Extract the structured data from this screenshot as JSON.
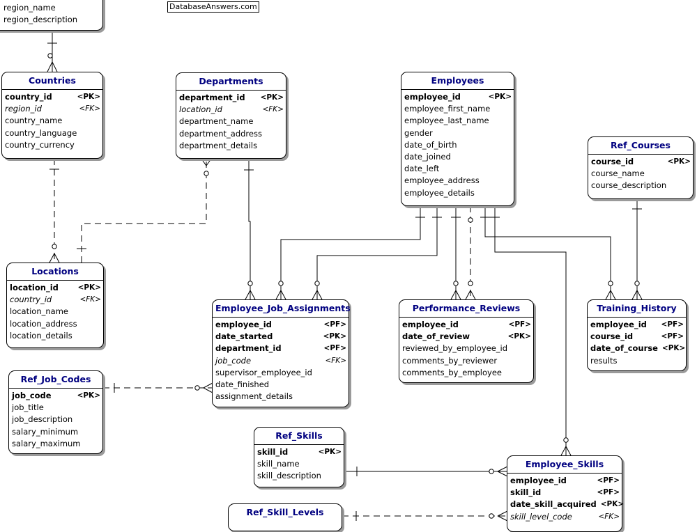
{
  "watermark": "DatabaseAnswers.com",
  "entities": {
    "regions": {
      "name": "",
      "rows": [
        {
          "field": "region_name",
          "tag": "",
          "style": ""
        },
        {
          "field": "region_description",
          "tag": "",
          "style": ""
        }
      ]
    },
    "countries": {
      "name": "Countries",
      "rows": [
        {
          "field": "country_id",
          "tag": "<PK>",
          "style": "key"
        },
        {
          "field": "region_id",
          "tag": "<FK>",
          "style": "fk"
        },
        {
          "field": "country_name",
          "tag": "",
          "style": ""
        },
        {
          "field": "country_language",
          "tag": "",
          "style": ""
        },
        {
          "field": "country_currency",
          "tag": "",
          "style": ""
        }
      ]
    },
    "departments": {
      "name": "Departments",
      "rows": [
        {
          "field": "department_id",
          "tag": "<PK>",
          "style": "key"
        },
        {
          "field": "location_id",
          "tag": "<FK>",
          "style": "fk"
        },
        {
          "field": "department_name",
          "tag": "",
          "style": ""
        },
        {
          "field": "department_address",
          "tag": "",
          "style": ""
        },
        {
          "field": "department_details",
          "tag": "",
          "style": ""
        }
      ]
    },
    "employees": {
      "name": "Employees",
      "rows": [
        {
          "field": "employee_id",
          "tag": "<PK>",
          "style": "key"
        },
        {
          "field": "employee_first_name",
          "tag": "",
          "style": ""
        },
        {
          "field": "employee_last_name",
          "tag": "",
          "style": ""
        },
        {
          "field": "gender",
          "tag": "",
          "style": ""
        },
        {
          "field": "date_of_birth",
          "tag": "",
          "style": ""
        },
        {
          "field": "date_joined",
          "tag": "",
          "style": ""
        },
        {
          "field": "date_left",
          "tag": "",
          "style": ""
        },
        {
          "field": "employee_address",
          "tag": "",
          "style": ""
        },
        {
          "field": "employee_details",
          "tag": "",
          "style": ""
        }
      ]
    },
    "ref_courses": {
      "name": "Ref_Courses",
      "rows": [
        {
          "field": "course_id",
          "tag": "<PK>",
          "style": "key"
        },
        {
          "field": "course_name",
          "tag": "",
          "style": ""
        },
        {
          "field": "course_description",
          "tag": "",
          "style": ""
        }
      ]
    },
    "locations": {
      "name": "Locations",
      "rows": [
        {
          "field": "location_id",
          "tag": "<PK>",
          "style": "key"
        },
        {
          "field": "country_id",
          "tag": "<FK>",
          "style": "fk"
        },
        {
          "field": "location_name",
          "tag": "",
          "style": ""
        },
        {
          "field": "location_address",
          "tag": "",
          "style": ""
        },
        {
          "field": "location_details",
          "tag": "",
          "style": ""
        }
      ]
    },
    "employee_job_assignments": {
      "name": "Employee_Job_Assignments",
      "rows": [
        {
          "field": "employee_id",
          "tag": "<PF>",
          "style": "key"
        },
        {
          "field": "date_started",
          "tag": "<PK>",
          "style": "key"
        },
        {
          "field": "department_id",
          "tag": "<PF>",
          "style": "key"
        },
        {
          "field": "job_code",
          "tag": "<FK>",
          "style": "fk"
        },
        {
          "field": "supervisor_employee_id",
          "tag": "",
          "style": ""
        },
        {
          "field": "date_finished",
          "tag": "",
          "style": ""
        },
        {
          "field": "assignment_details",
          "tag": "",
          "style": ""
        }
      ]
    },
    "performance_reviews": {
      "name": "Performance_Reviews",
      "rows": [
        {
          "field": "employee_id",
          "tag": "<PF>",
          "style": "key"
        },
        {
          "field": "date_of_review",
          "tag": "<PK>",
          "style": "key"
        },
        {
          "field": "reviewed_by_employee_id",
          "tag": "",
          "style": ""
        },
        {
          "field": "comments_by_reviewer",
          "tag": "",
          "style": ""
        },
        {
          "field": "comments_by_employee",
          "tag": "",
          "style": ""
        }
      ]
    },
    "training_history": {
      "name": "Training_History",
      "rows": [
        {
          "field": "employee_id",
          "tag": "<PF>",
          "style": "key"
        },
        {
          "field": "course_id",
          "tag": "<PF>",
          "style": "key"
        },
        {
          "field": "date_of_course",
          "tag": "<PK>",
          "style": "key"
        },
        {
          "field": "results",
          "tag": "",
          "style": ""
        }
      ]
    },
    "ref_job_codes": {
      "name": "Ref_Job_Codes",
      "rows": [
        {
          "field": "job_code",
          "tag": "<PK>",
          "style": "key"
        },
        {
          "field": "job_title",
          "tag": "",
          "style": ""
        },
        {
          "field": "job_description",
          "tag": "",
          "style": ""
        },
        {
          "field": "salary_minimum",
          "tag": "",
          "style": ""
        },
        {
          "field": "salary_maximum",
          "tag": "",
          "style": ""
        }
      ]
    },
    "ref_skills": {
      "name": "Ref_Skills",
      "rows": [
        {
          "field": "skill_id",
          "tag": "<PK>",
          "style": "key"
        },
        {
          "field": "skill_name",
          "tag": "",
          "style": ""
        },
        {
          "field": "skill_description",
          "tag": "",
          "style": ""
        }
      ]
    },
    "employee_skills": {
      "name": "Employee_Skills",
      "rows": [
        {
          "field": "employee_id",
          "tag": "<PF>",
          "style": "key"
        },
        {
          "field": "skill_id",
          "tag": "<PF>",
          "style": "key"
        },
        {
          "field": "date_skill_acquired",
          "tag": "<PK>",
          "style": "key"
        },
        {
          "field": "skill_level_code",
          "tag": "<FK>",
          "style": "fk"
        }
      ]
    },
    "ref_skill_levels": {
      "name": "Ref_Skill_Levels",
      "rows": []
    }
  }
}
